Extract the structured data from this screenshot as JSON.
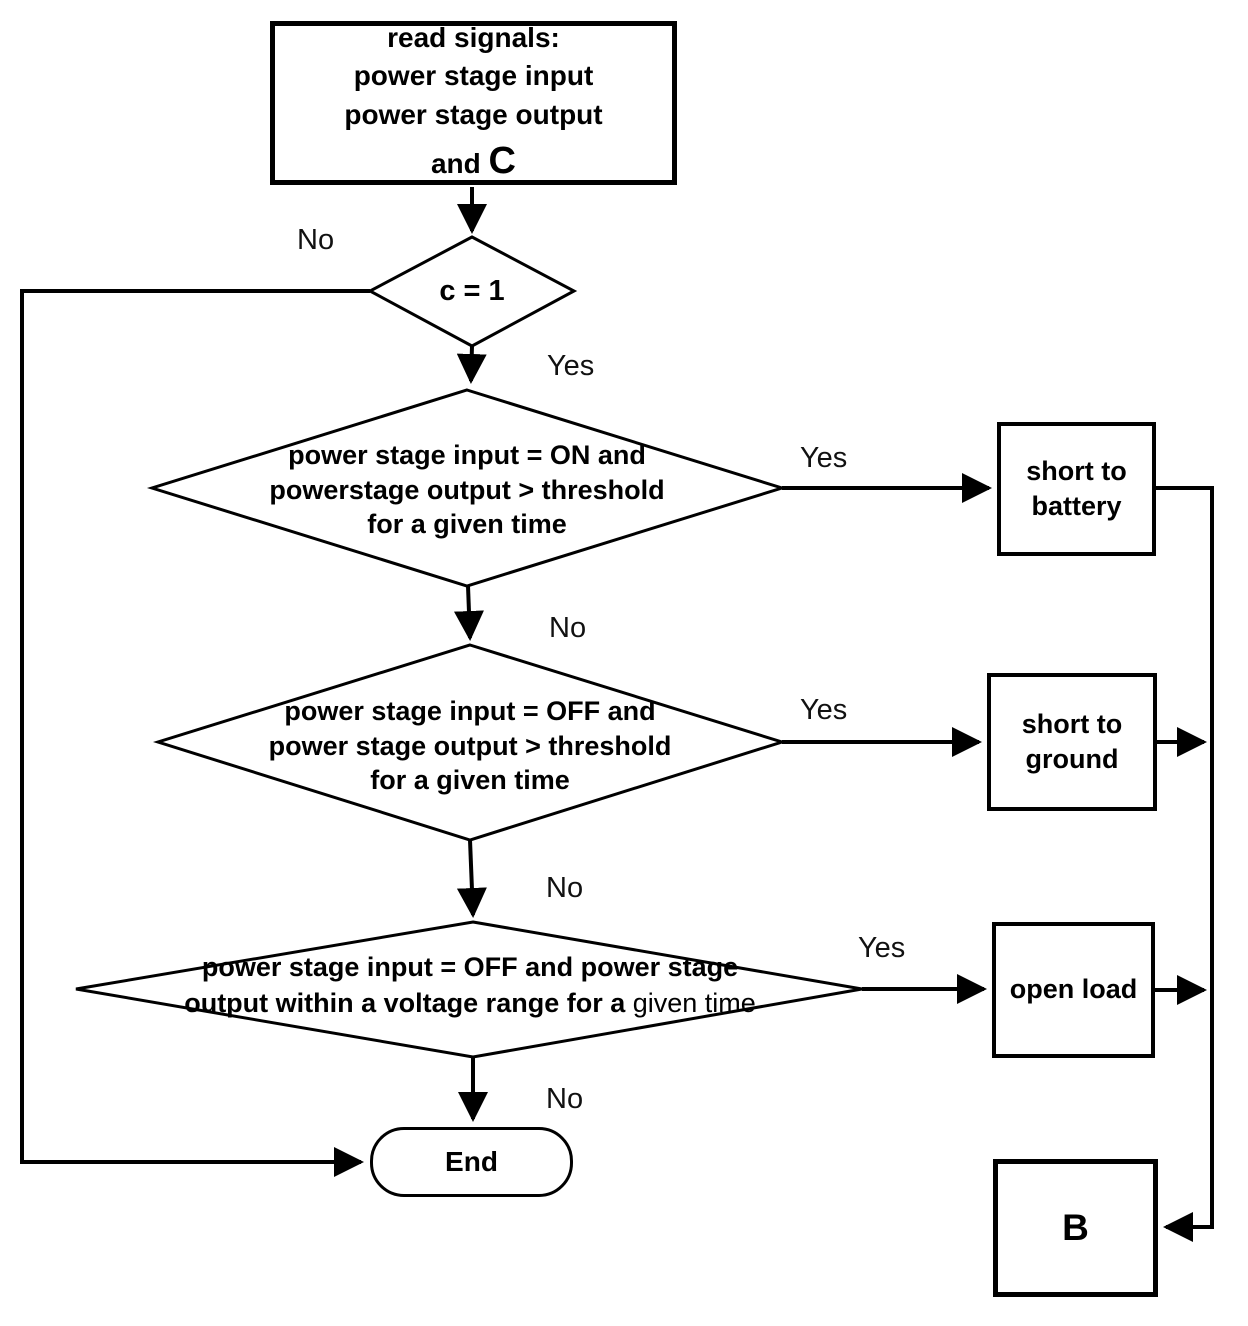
{
  "diagram": {
    "background_color": "#ffffff",
    "line_color": "#000000",
    "nodes": {
      "read_signals": {
        "type": "process",
        "line1": "read signals:",
        "line2": "power stage input",
        "line3": "power stage output",
        "line4_prefix": "and",
        "line4_c": "C"
      },
      "c1": {
        "type": "decision",
        "label": "c = 1"
      },
      "d2": {
        "type": "decision",
        "line1": "power stage input = ON and",
        "line2": "powerstage output > threshold",
        "line3": "for a given time"
      },
      "d3": {
        "type": "decision",
        "line1": "power stage input = OFF and",
        "line2": "power stage output > threshold",
        "line3": "for a given time"
      },
      "d4": {
        "type": "decision",
        "bold_text": "power stage input = OFF and power stage output within a voltage range for a ",
        "regular_text": "given time"
      },
      "short_to_battery": {
        "type": "process",
        "label": "short to battery"
      },
      "short_to_ground": {
        "type": "process",
        "label": "short to ground"
      },
      "open_load": {
        "type": "process",
        "label": "open load"
      },
      "end": {
        "type": "terminator",
        "label": "End"
      },
      "b": {
        "type": "off-page-connector",
        "label": "B"
      }
    },
    "edge_labels": {
      "c1_no": "No",
      "c1_yes": "Yes",
      "d2_yes": "Yes",
      "d2_no": "No",
      "d3_yes": "Yes",
      "d3_no": "No",
      "d4_yes": "Yes",
      "d4_no": "No"
    }
  }
}
